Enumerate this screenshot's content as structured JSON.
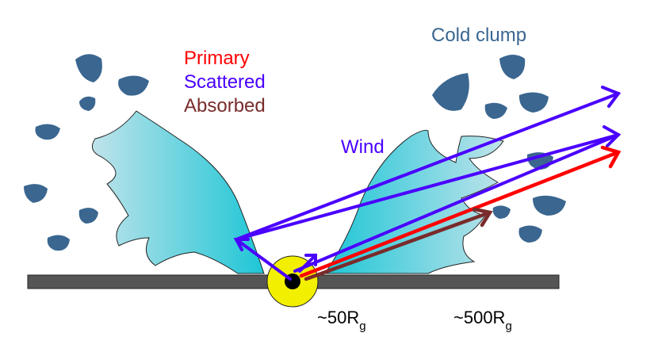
{
  "labels": {
    "cold_clump": "Cold clump",
    "wind": "Wind",
    "inner_radius": "~50R",
    "inner_radius_sub": "g",
    "outer_radius": "~500R",
    "outer_radius_sub": "g"
  },
  "legend": {
    "primary": "Primary",
    "scattered": "Scattered",
    "absorbed": "Absorbed"
  },
  "colors": {
    "primary": "#ff0000",
    "scattered": "#4a00ff",
    "absorbed": "#7a2b2b",
    "cold_clump": "#3a6690",
    "wind_light": "#b8e4ec",
    "wind_dark": "#22c2d4",
    "disk": "#555555",
    "core_ring": "#f2f000",
    "cold_clump_label": "#3a6690"
  }
}
